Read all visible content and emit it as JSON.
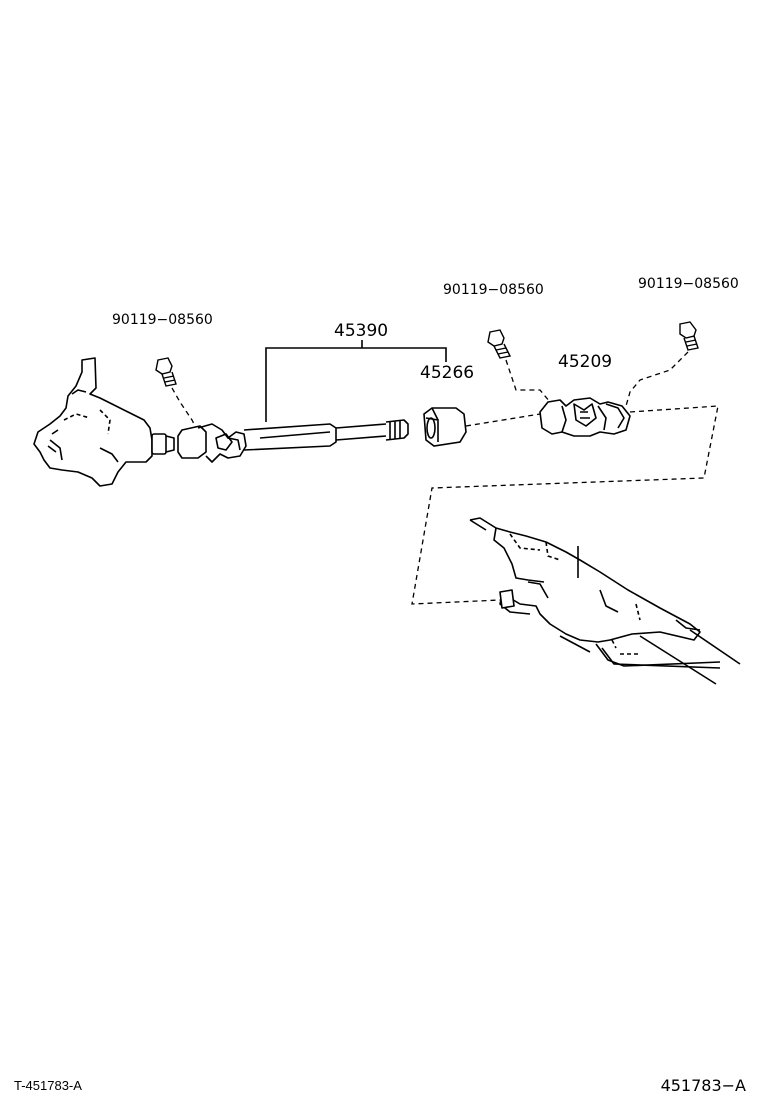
{
  "parts": {
    "bolt_left": "90119−08560",
    "bolt_mid": "90119−08560",
    "bolt_right": "90119−08560",
    "shaft_assembly": "45390",
    "bushing": "45266",
    "joint": "45209"
  },
  "footer": {
    "left_code": "T-451783-A",
    "right_code": "451783−A"
  }
}
